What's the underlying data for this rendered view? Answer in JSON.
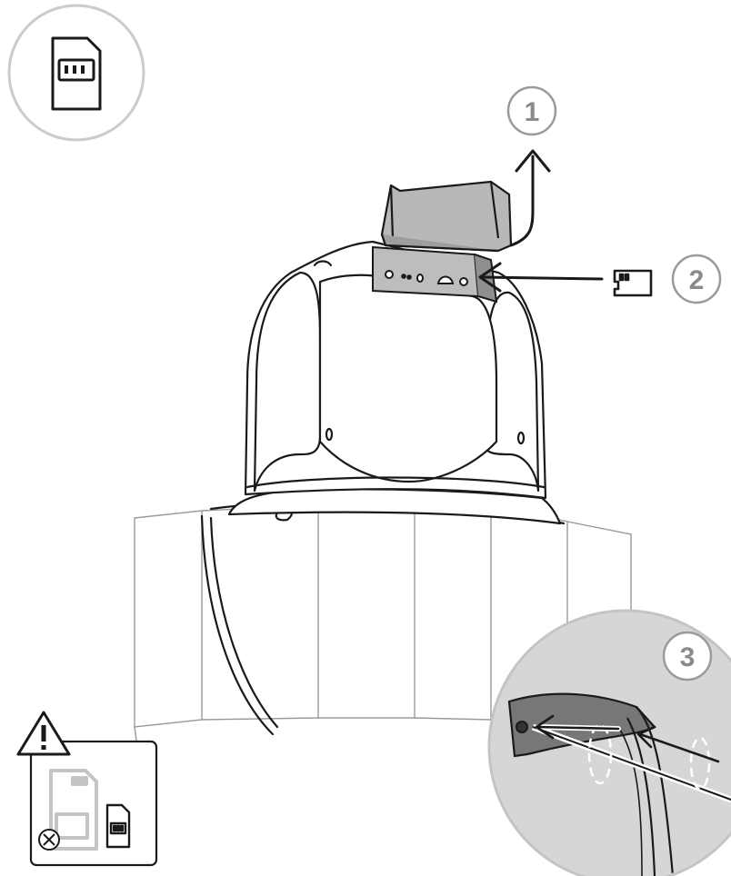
{
  "steps": [
    {
      "number": "1"
    },
    {
      "number": "2"
    },
    {
      "number": "3"
    }
  ],
  "icons": {
    "top_badge": "sd-card-icon",
    "step2_card": "microsd-card-icon",
    "warning": "warning-triangle-icon",
    "not_allowed": "circle-x-icon"
  },
  "colors": {
    "line": "#1a1a1a",
    "badge_stroke": "#c8ccd2",
    "step_stroke": "#9a9a9a",
    "step_text": "#8a8a8a",
    "detail_fill": "#d6d6d6",
    "detail_dark": "#777777",
    "faded": "#c4c4c4",
    "box_line": "#9a9a9a"
  }
}
